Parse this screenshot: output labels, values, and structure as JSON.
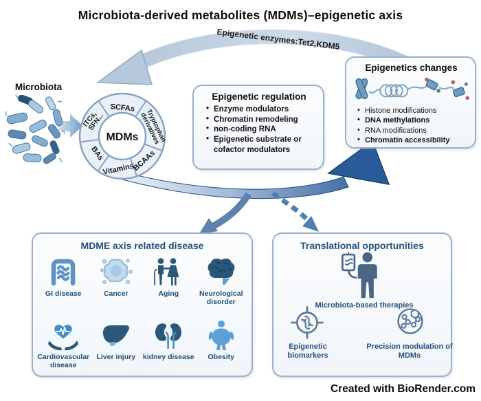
{
  "title": "Microbiota-derived metabolites (MDMs)–epigenetic axis",
  "banner": {
    "text": "Epigenetic enzymes:Tet2,KDM5"
  },
  "microbiota": {
    "label": "Microbiota"
  },
  "wheel": {
    "center_label": "MDMs",
    "segments": [
      {
        "label": "SCFAs",
        "lines": [
          "SCFAs"
        ]
      },
      {
        "label": "Tryptophan derivatives",
        "lines": [
          "Tryptophan",
          "derivatives"
        ]
      },
      {
        "label": "BCAAs",
        "lines": [
          "BCAAs"
        ]
      },
      {
        "label": "Vitamins",
        "lines": [
          "Vitamins"
        ]
      },
      {
        "label": "BAs",
        "lines": [
          "BAs"
        ]
      },
      {
        "label": "ITCs, SFN...",
        "lines": [
          "ITCs,",
          "SFN..."
        ]
      }
    ]
  },
  "regulation": {
    "title": "Epigenetic regulation",
    "items": [
      "Enzyme modulators",
      "Chromatin remodeling",
      "non-coding RNA",
      "Epigenetic substrate or cofactor modulators"
    ]
  },
  "changes": {
    "title": "Epigenetics changes",
    "items": [
      {
        "text": "Histone modifications",
        "bold": false
      },
      {
        "text": "DNA methylations",
        "bold": true
      },
      {
        "text": "RNA modifications",
        "bold": false
      },
      {
        "text": "Chromatin accessibility",
        "bold": true
      }
    ]
  },
  "disease": {
    "title": "MDME axis related disease",
    "items": [
      {
        "label": "GI disease",
        "icon": "intestine-icon"
      },
      {
        "label": "Cancer",
        "icon": "cancer-cell-icon"
      },
      {
        "label": "Aging",
        "icon": "elderly-couple-icon"
      },
      {
        "label": "Neurological disorder",
        "icon": "brain-icon"
      },
      {
        "label": "Cardiovascular disease",
        "icon": "heart-hands-icon"
      },
      {
        "label": "Liver injury",
        "icon": "liver-icon"
      },
      {
        "label": "kidney disease",
        "icon": "kidney-icon"
      },
      {
        "label": "Obesity",
        "icon": "obese-person-icon"
      }
    ]
  },
  "translational": {
    "title": "Translational opportunities",
    "items": [
      {
        "label": "Microbiota-based therapies",
        "icon": "iv-therapy-person-icon"
      },
      {
        "label": "Epigenetic biomarkers",
        "icon": "biomarker-target-icon"
      },
      {
        "label": "Precision modulation of MDMs",
        "icon": "molecule-network-icon"
      }
    ]
  },
  "footer": {
    "credit": "Created with BioRender.com"
  },
  "colors": {
    "arrow_dark_blue": "#2a5a99",
    "ribbon_blue": "#b7c8dd",
    "box_border": "#9ab0cd",
    "box_background": "#f1f5fa",
    "label_navy": "#1d4e79",
    "icon_navy": "#2b5879",
    "icon_blue": "#3e8fcb",
    "icon_light_blue": "#5da0d6",
    "cancer_fill": "#c3dbee",
    "dot_red": "#b65c6e",
    "dot_teal": "#53848c"
  }
}
